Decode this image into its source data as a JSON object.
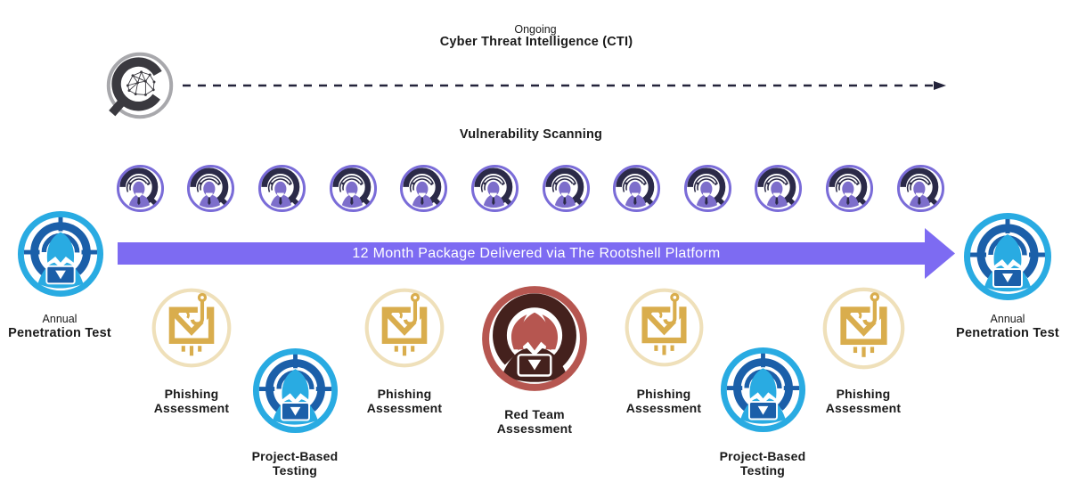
{
  "diagram_title": "12 Month Package Delivered via The Rootshell Platform",
  "cti": {
    "qualifier": "Ongoing",
    "title": "Cyber Threat Intelligence (CTI)",
    "icon": "cti-magnifier-brain-icon"
  },
  "vulnerability_scanning": {
    "label": "Vulnerability Scanning",
    "scan_count": 12,
    "icon": "vulnerability-scan-analyst-icon"
  },
  "banner": {
    "label": "12 Month Package Delivered via The Rootshell Platform",
    "color": "#7d6bf2"
  },
  "annual_pentest_left": {
    "line1": "Annual",
    "line2": "Penetration Test",
    "icon": "pentest-target-hacker-icon"
  },
  "annual_pentest_right": {
    "line1": "Annual",
    "line2": "Penetration Test",
    "icon": "pentest-target-hacker-icon"
  },
  "timeline_items": [
    {
      "icon": "phishing",
      "line1": "Phishing",
      "line2": "Assessment"
    },
    {
      "icon": "pentest",
      "line1": "Project-Based",
      "line2": "Testing"
    },
    {
      "icon": "phishing",
      "line1": "Phishing",
      "line2": "Assessment"
    },
    {
      "icon": "redteam",
      "line1": "Red Team",
      "line2": "Assessment"
    },
    {
      "icon": "phishing",
      "line1": "Phishing",
      "line2": "Assessment"
    },
    {
      "icon": "pentest",
      "line1": "Project-Based",
      "line2": "Testing"
    },
    {
      "icon": "phishing",
      "line1": "Phishing",
      "line2": "Assessment"
    }
  ],
  "palette": {
    "banner_purple": "#7d6bf2",
    "scan_ring_purple": "#7a6cd8",
    "scan_person_purple": "#7d6ecb",
    "dark_navy": "#2b2a48",
    "pentest_cyan": "#29abe2",
    "pentest_dark_blue": "#1b5fa9",
    "phishing_gold": "#d9ad4d",
    "phishing_pale_ring": "#efe0ba",
    "redteam_red": "#b65650",
    "redteam_maroon": "#44211d",
    "cti_gray_ring": "#a8a8ac",
    "cti_charcoal": "#3a393f",
    "dashed_arrow_dark": "#23233a",
    "text_black": "#1a1a1a"
  }
}
